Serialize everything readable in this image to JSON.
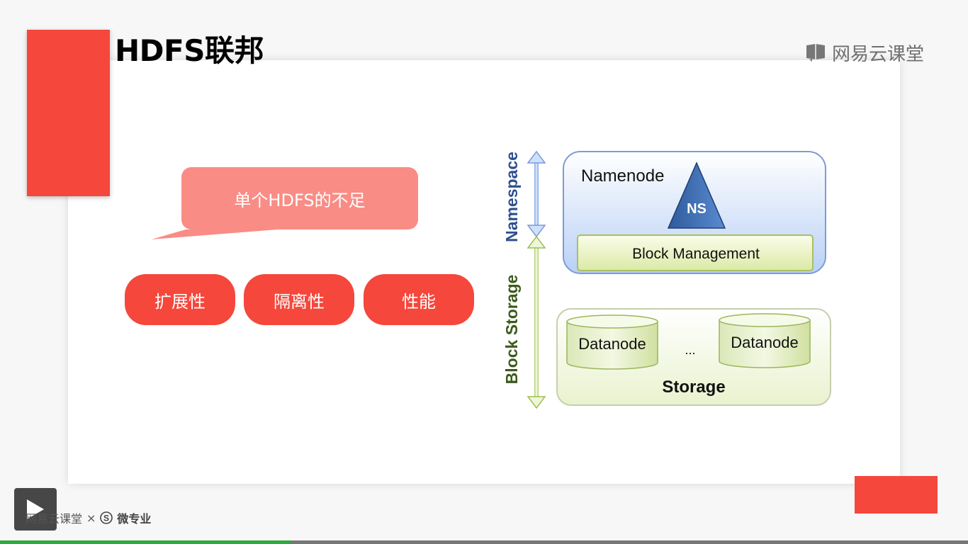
{
  "slide": {
    "title": "HDFS联邦",
    "brand": "网易云课堂",
    "bubble_text": "单个HDFS的不足",
    "pills": [
      "扩展性",
      "隔离性",
      "性能"
    ]
  },
  "diagram": {
    "namespace_label": "Namespace",
    "block_storage_label": "Block Storage",
    "namenode_label": "Namenode",
    "ns_label": "NS",
    "block_management_label": "Block Management",
    "datanode_left": "Datanode",
    "ellipsis": "...",
    "datanode_right": "Datanode",
    "storage_label": "Storage"
  },
  "player": {
    "footer_brand": "网易云课堂",
    "footer_x": "×",
    "footer_sub": "微专业",
    "progress": 0.3
  },
  "colors": {
    "accent_red": "#f5473b",
    "bubble_pink": "#f98c85",
    "namespace_blue": "#2f4f8f",
    "storage_green": "#3d5a1c",
    "progress_green": "#2eaa3c"
  }
}
